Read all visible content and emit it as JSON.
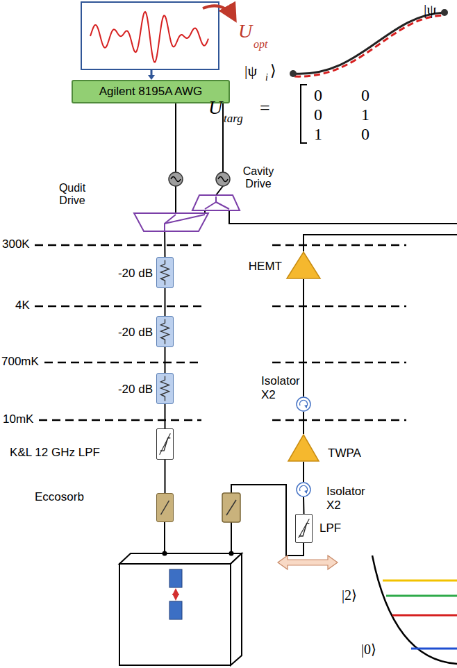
{
  "diagram": {
    "nodes": [
      {
        "text": [
          "Agilent 8195A AWG"
        ]
      },
      {
        "text": [
          "-20 dB"
        ]
      },
      {
        "text": [
          "-20 dB"
        ]
      },
      {
        "text": [
          "-20 dB"
        ]
      },
      {
        "text": [
          "K&L 12 GHz LPF"
        ]
      },
      {
        "text": [
          "Eccosorb"
        ]
      },
      {
        "text": [
          "HEMT"
        ]
      },
      {
        "text": [
          "Isolator X2"
        ]
      },
      {
        "text": [
          "TWPA"
        ]
      },
      {
        "text": [
          "Isolator X2"
        ]
      },
      {
        "text": [
          "LPF"
        ]
      }
    ],
    "edges": [
      {
        "from": 0,
        "to": 1,
        "arrow": "none"
      },
      {
        "from": 1,
        "to": 2,
        "arrow": "none"
      },
      {
        "from": 2,
        "to": 3,
        "arrow": "none"
      },
      {
        "from": 3,
        "to": 4,
        "arrow": "none"
      },
      {
        "from": 4,
        "to": 5,
        "arrow": "none"
      },
      {
        "from": 10,
        "to": 9,
        "arrow": "none"
      },
      {
        "from": 9,
        "to": 8,
        "arrow": "none"
      },
      {
        "from": 8,
        "to": 7,
        "arrow": "none"
      },
      {
        "from": 7,
        "to": 6,
        "arrow": "none"
      }
    ],
    "labels": [
      "U",
      "opt",
      "|ψ",
      "i",
      "⟩",
      "|ψ",
      "U",
      "targ",
      "=",
      "0",
      "0",
      "0",
      "1",
      "1",
      "0",
      "Qudit Drive",
      "Cavity Drive",
      "300K",
      "4K",
      "700mK",
      "10mK",
      "|2⟩",
      "|0⟩"
    ]
  }
}
